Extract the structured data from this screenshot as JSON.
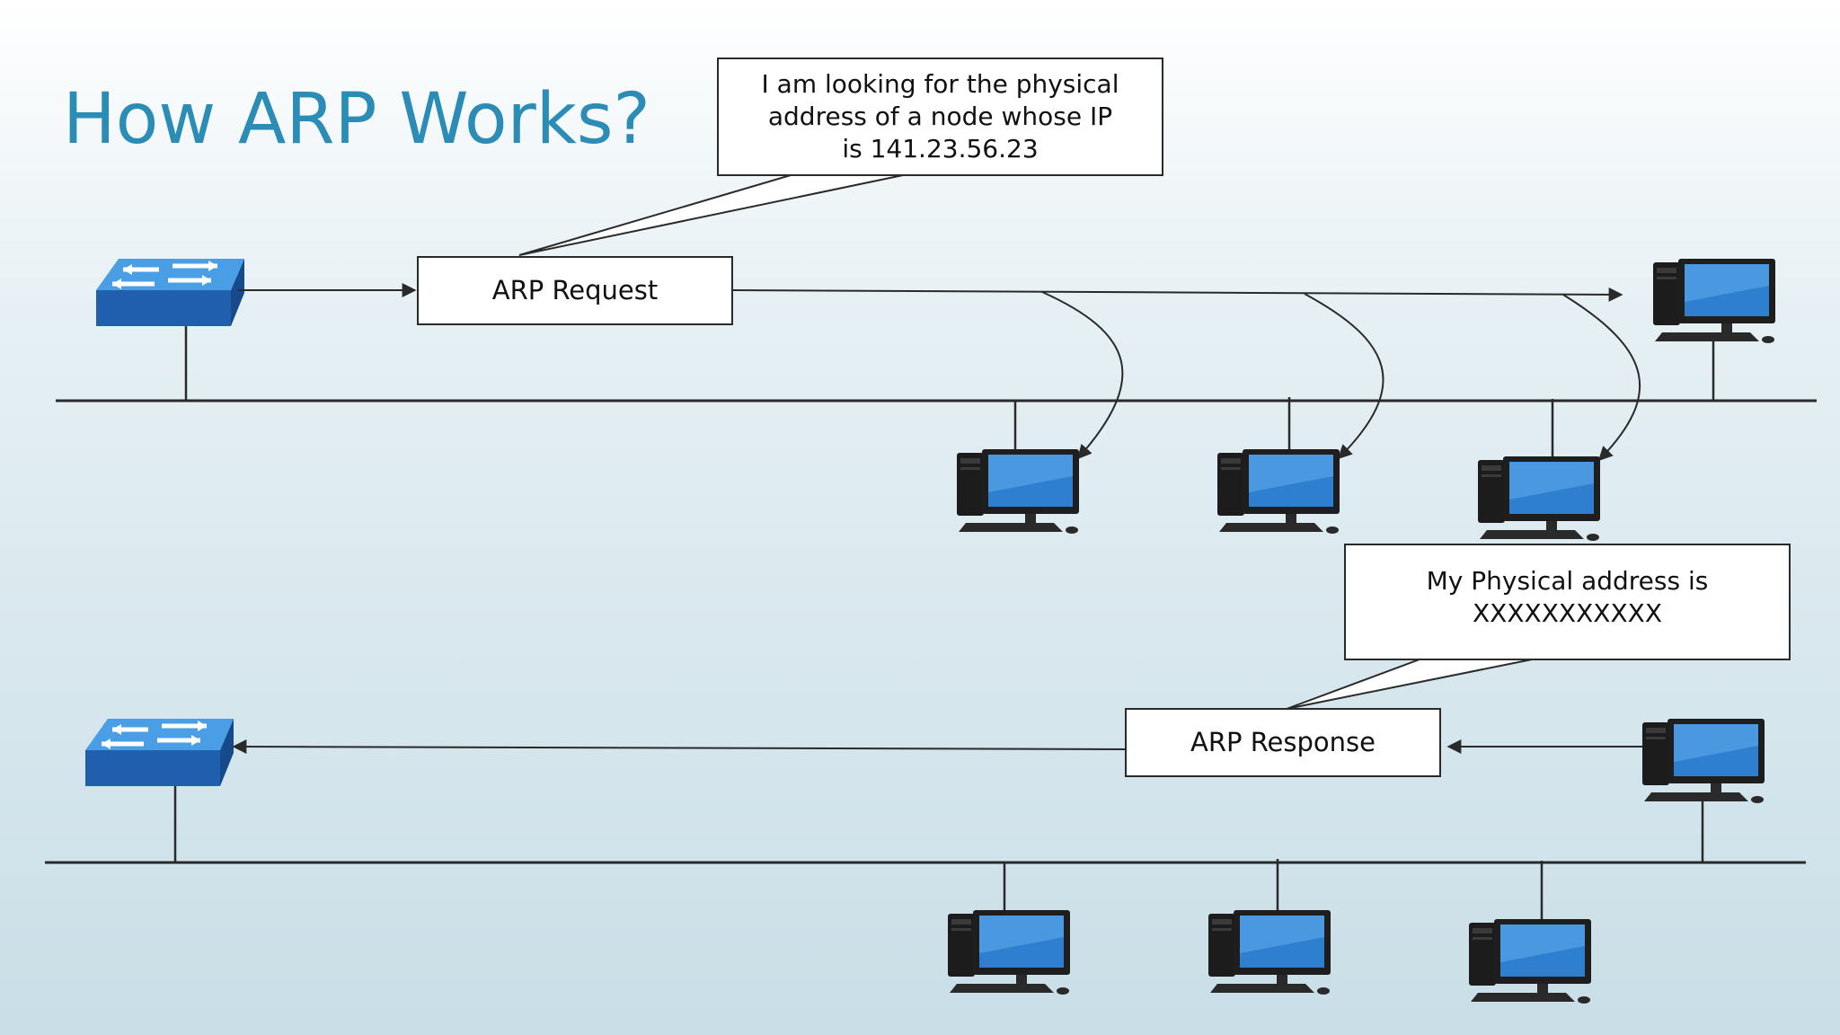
{
  "slide": {
    "title": "How ARP Works?"
  },
  "request_scene": {
    "callout_text": "I am looking for the physical address of a node whose IP is 141.23.56.23",
    "message_label": "ARP Request"
  },
  "response_scene": {
    "callout_text": "My Physical address is XXXXXXXXXXX",
    "message_label": "ARP Response"
  },
  "icons": {
    "switch": "network-switch-icon",
    "computer": "desktop-computer-icon"
  },
  "colors": {
    "title": "#2b8cb5",
    "switch_top": "#3a8fd8",
    "switch_side": "#1f5fae",
    "monitor_screen": "#2f7fd0",
    "line": "#2a2a2a"
  }
}
